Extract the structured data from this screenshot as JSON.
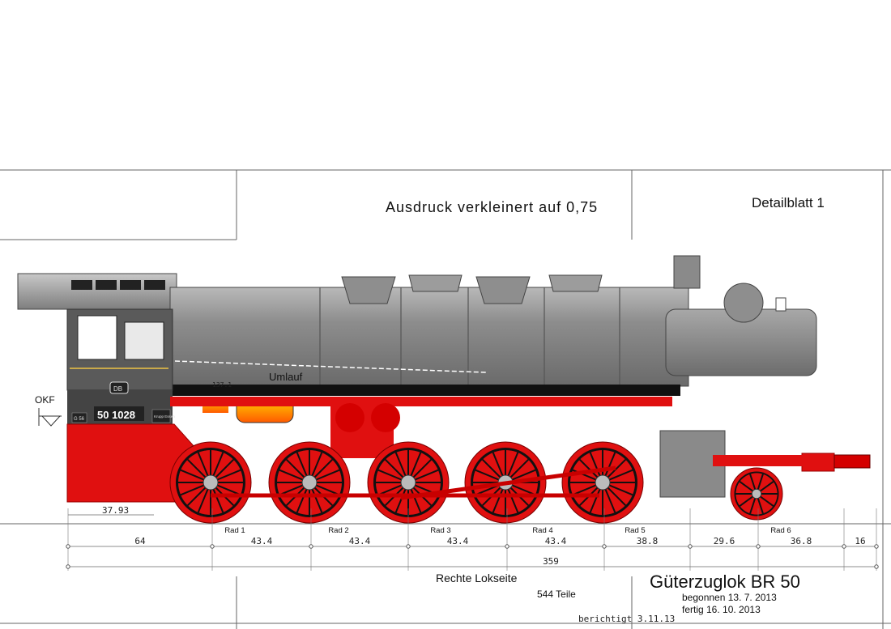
{
  "sheet": {
    "note": "Ausdruck verkleinert auf 0,75",
    "sheet_label": "Detailblatt 1",
    "side_label": "Rechte Lokseite",
    "parts_count": "544 Teile",
    "title": "Güterzuglok BR 50",
    "started": "begonnen 13. 7. 2013",
    "finished": "fertig 16. 10. 2013",
    "corrected": "berichtigt 3.11.13"
  },
  "locomotive": {
    "number": "50 1028",
    "logo": "DB",
    "class_mark": "G 56",
    "builder_plate": "Krupp Essen",
    "walkway_label": "Umlauf",
    "rail_label": "OKF",
    "small_dim": "137.1",
    "cab_offset": "37.93",
    "colors": {
      "boiler": "#8a8a8a",
      "frame": "#e01010",
      "cab": "#5a5a5a",
      "smokebox": "#7a7a7a"
    }
  },
  "wheels": [
    {
      "label": "Rad 1"
    },
    {
      "label": "Rad 2"
    },
    {
      "label": "Rad 3"
    },
    {
      "label": "Rad 4"
    },
    {
      "label": "Rad 5"
    },
    {
      "label": "Rad 6"
    }
  ],
  "dimensions": {
    "segments": [
      "64",
      "43.4",
      "43.4",
      "43.4",
      "43.4",
      "38.8",
      "29.6",
      "36.8",
      "16"
    ],
    "total": "359"
  }
}
